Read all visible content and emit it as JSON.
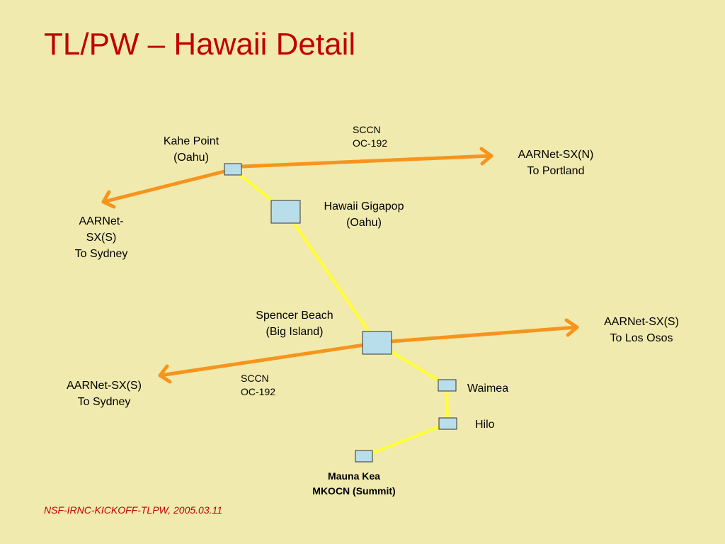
{
  "title": "TL/PW – Hawaii Detail",
  "footer": "NSF-IRNC-KICKOFF-TLPW, 2005.03.11",
  "colors": {
    "background": "#F0EAAE",
    "title": "#C00000",
    "international_link": "#F7941D",
    "island_link": "#FFFF33",
    "node_fill": "#B9DEEB",
    "node_border": "#333333"
  },
  "nodes": {
    "kahe_point": [
      "Kahe Point",
      "(Oahu)"
    ],
    "hawaii_gigapop": [
      "Hawaii Gigapop",
      "(Oahu)"
    ],
    "spencer_beach": [
      "Spencer Beach",
      "(Big Island)"
    ],
    "waimea": "Waimea",
    "hilo": "Hilo",
    "mauna_kea": [
      "Mauna Kea",
      "MKOCN (Summit)"
    ]
  },
  "links": {
    "north_circuit": [
      "SCCN",
      "OC-192"
    ],
    "south_circuit": [
      "SCCN",
      "OC-192"
    ]
  },
  "destinations": {
    "portland": [
      "AARNet-SX(N)",
      "To Portland"
    ],
    "sydney_north": [
      "AARNet-",
      "SX(S)",
      "To Sydney"
    ],
    "los_osos": [
      "AARNet-SX(S)",
      "To Los Osos"
    ],
    "sydney_south": [
      "AARNet-SX(S)",
      "To Sydney"
    ]
  }
}
